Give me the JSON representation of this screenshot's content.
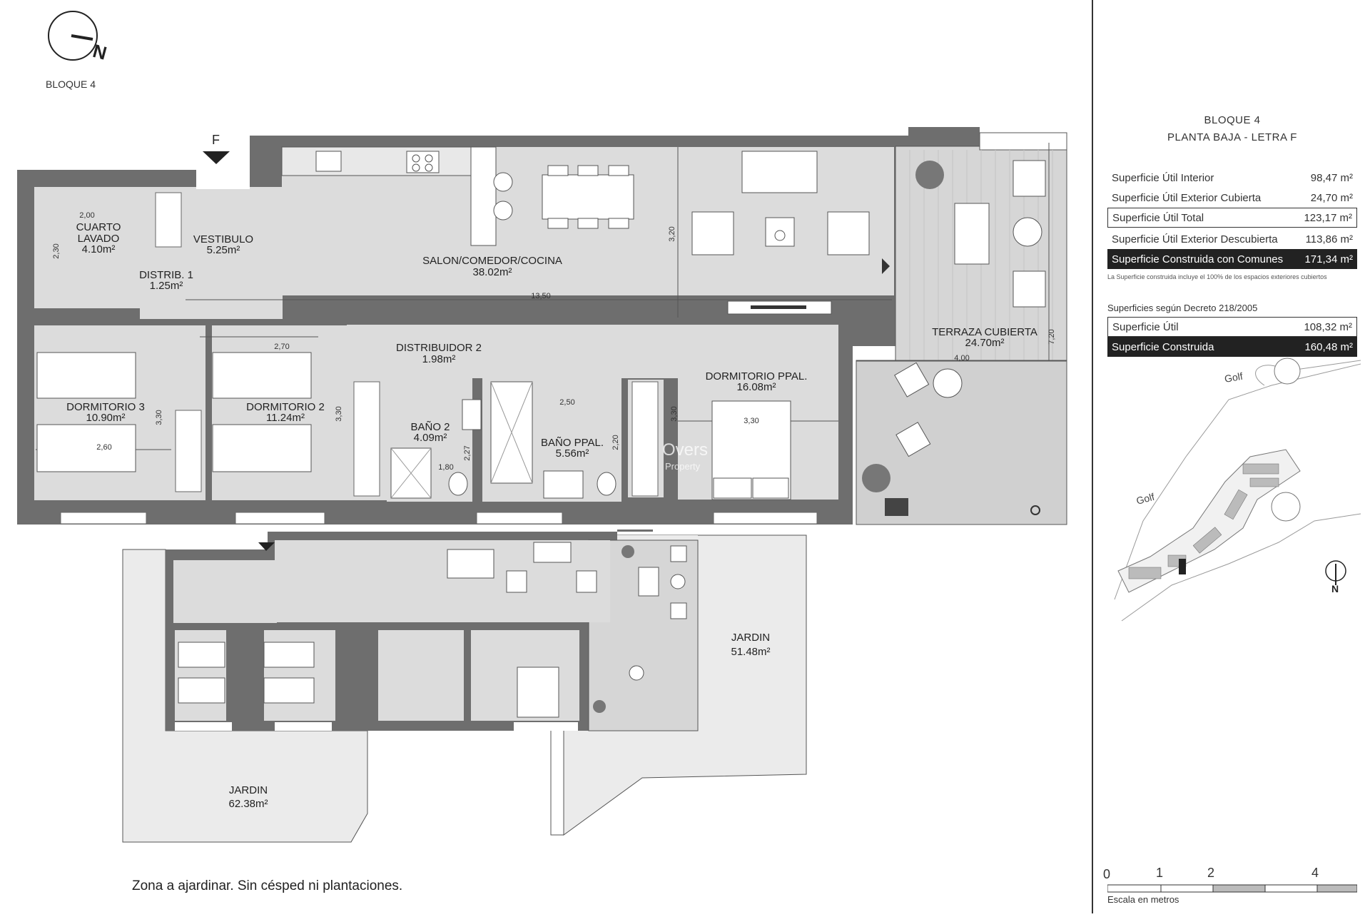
{
  "plan": {
    "block_label": "BLOQUE 4",
    "entrance_marker": "F",
    "rooms": {
      "cuarto_lavado": {
        "name_line1": "CUARTO",
        "name_line2": "LAVADO",
        "area": "4.10m²"
      },
      "vestibulo": {
        "name": "VESTIBULO",
        "area": "5.25m²"
      },
      "distrib1": {
        "name": "DISTRIB. 1",
        "area": "1.25m²"
      },
      "salon": {
        "name": "SALON/COMEDOR/COCINA",
        "area": "38.02m²"
      },
      "dormitorio3": {
        "name": "DORMITORIO 3",
        "area": "10.90m²"
      },
      "dormitorio2": {
        "name": "DORMITORIO 2",
        "area": "11.24m²"
      },
      "distribuidor2": {
        "name": "DISTRIBUIDOR 2",
        "area": "1.98m²"
      },
      "bano2": {
        "name": "BAÑO 2",
        "area": "4.09m²"
      },
      "bano_ppal": {
        "name": "BAÑO PPAL.",
        "area": "5.56m²"
      },
      "dormitorio_ppal": {
        "name": "DORMITORIO PPAL.",
        "area": "16.08m²"
      },
      "terraza": {
        "name": "TERRAZA CUBIERTA",
        "area": "24.70m²"
      },
      "jardin_right": {
        "name": "JARDIN",
        "area": "51.48m²"
      },
      "jardin_left": {
        "name": "JARDIN",
        "area": "62.38m²"
      }
    },
    "dimensions": [
      "2,00",
      "2,30",
      "13,50",
      "3,20",
      "2,70",
      "3,30",
      "2,60",
      "3,30",
      "1,80",
      "2,27",
      "2,50",
      "2,20",
      "3,30",
      "3,30",
      "4,00",
      "7,20"
    ],
    "garden_note": "Zona a ajardinar. Sin césped ni plantaciones.",
    "watermark_line1": "Overs",
    "watermark_line2": "Property"
  },
  "panel": {
    "title_line1": "BLOQUE 4",
    "title_line2": "PLANTA BAJA - LETRA F",
    "surfaces": [
      {
        "label": "Superficie Útil Interior",
        "value": "98,47 m²",
        "style": "plain"
      },
      {
        "label": "Superficie Útil Exterior Cubierta",
        "value": "24,70 m²",
        "style": "plain"
      },
      {
        "label": "Superficie Útil Total",
        "value": "123,17 m²",
        "style": "boxed"
      },
      {
        "label": "Superficie Útil Exterior Descubierta",
        "value": "113,86 m²",
        "style": "plain"
      },
      {
        "label": "Superficie Construida con Comunes",
        "value": "171,34 m²",
        "style": "dark"
      }
    ],
    "footnote": "La Superficie construida incluye el 100% de los espacios exteriores cubiertos",
    "decree_title": "Superficies según Decreto 218/2005",
    "decree_rows": [
      {
        "label": "Superficie Útil",
        "value": "108,32 m²",
        "style": "boxed"
      },
      {
        "label": "Superficie Construida",
        "value": "160,48 m²",
        "style": "dark"
      }
    ],
    "site_labels": {
      "golf_top": "Golf",
      "golf_left": "Golf",
      "north": "N"
    },
    "scale": {
      "ticks": [
        "0",
        "1",
        "2",
        "4"
      ],
      "caption": "Escala en metros"
    }
  },
  "colors": {
    "wall": "#6e6e6e",
    "room_fill": "#dcdcdc",
    "terrace_fill": "#d3d3d3",
    "line": "#333333",
    "dark_row": "#222222"
  }
}
